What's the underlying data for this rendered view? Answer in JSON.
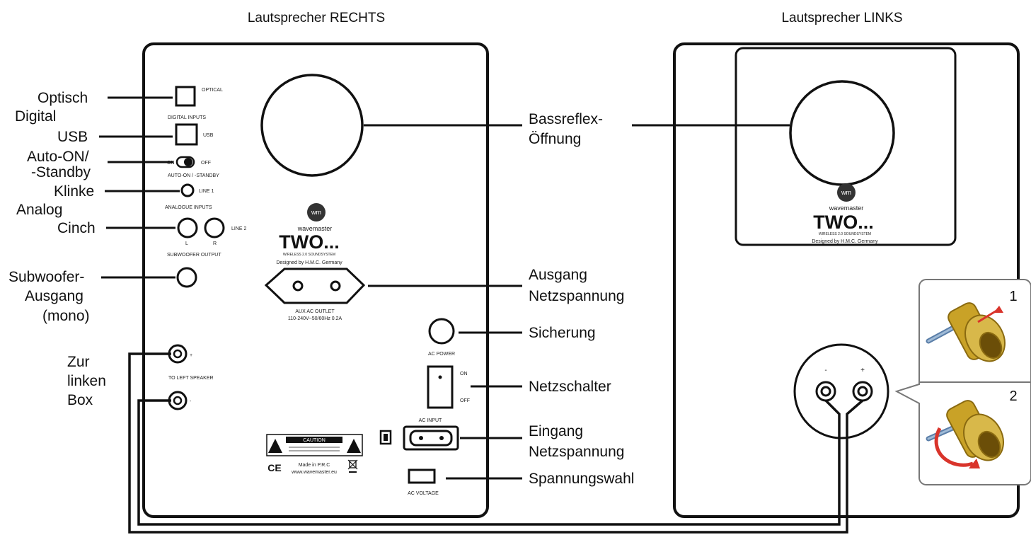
{
  "headers": {
    "right_speaker": "Lautsprecher RECHTS",
    "left_speaker": "Lautsprecher LINKS"
  },
  "callouts_left": {
    "optical": [
      "Optisch",
      "Digital"
    ],
    "usb": "USB",
    "auto_on": [
      "Auto-ON/",
      "-Standby"
    ],
    "jack": [
      "Klinke",
      "Analog"
    ],
    "cinch": "Cinch",
    "subwoofer": [
      "Subwoofer-",
      "Ausgang",
      "(mono)"
    ],
    "to_left_box": [
      "Zur",
      "linken",
      "Box"
    ]
  },
  "callouts_right": {
    "bass_reflex": [
      "Bassreflex-",
      "Öffnung"
    ],
    "aux_outlet": [
      "Ausgang",
      "Netzspannung"
    ],
    "fuse": "Sicherung",
    "power_switch": "Netzschalter",
    "ac_input": [
      "Eingang",
      "Netzspannung"
    ],
    "voltage_select": "Spannungswahl"
  },
  "panel_labels": {
    "optical": "OPTICAL",
    "digital_inputs": "DIGITAL INPUTS",
    "usb": "USB",
    "on": "ON",
    "off": "OFF",
    "auto_standby": "AUTO-ON / -STANDBY",
    "line1": "LINE 1",
    "analogue_inputs": "ANALOGUE INPUTS",
    "line2": "LINE 2",
    "l": "L",
    "r": "R",
    "subwoofer_output": "SUBWOOFER OUTPUT",
    "plus": "+",
    "minus": "-",
    "to_left_speaker": "TO LEFT SPEAKER",
    "aux_ac_outlet": "AUX AC OUTLET",
    "aux_ac_spec": "110-240V~50/60Hz 0.2A",
    "ac_power": "AC POWER",
    "switch_on": "ON",
    "switch_off": "OFF",
    "ac_input": "AC INPUT",
    "ac_voltage": "AC VOLTAGE",
    "caution": "CAUTION",
    "ce": "CE",
    "made_in": "Made in P.R.C",
    "website": "www.wavemaster.eu"
  },
  "brand": {
    "logo": "wm",
    "name": "wavemaster",
    "model": "TWO...",
    "subline": "WIRELESS 2.0 SOUNDSYSTEM",
    "designed": "Designed by H.M.C. Germany"
  },
  "steps": {
    "step1": "1",
    "step2": "2"
  },
  "terminals_left": {
    "minus": "-",
    "plus": "+"
  },
  "colors": {
    "line": "#111111",
    "brass": "#c9a227",
    "brass_dark": "#8a6a10",
    "red_arrow": "#d9342b",
    "wire_blue": "#8aa7c8"
  }
}
